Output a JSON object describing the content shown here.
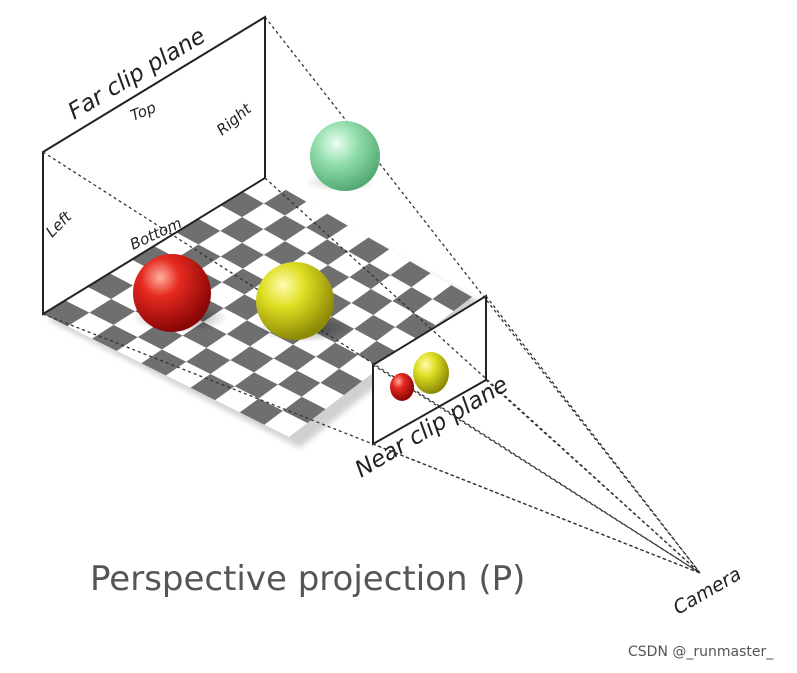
{
  "labels": {
    "far_clip_plane": "Far clip plane",
    "near_clip_plane": "Near clip plane",
    "top": "Top",
    "right": "Right",
    "left": "Left",
    "bottom": "Bottom",
    "camera": "Camera",
    "caption": "Perspective projection (P)",
    "watermark": "CSDN @_runmaster_"
  },
  "colors": {
    "red_sphere": "#d41010",
    "yellow_sphere": "#d8d81a",
    "green_sphere": "#7ed49a",
    "checker_dark": "#6f6f6f",
    "checker_light": "#ffffff",
    "frame": "#222222"
  },
  "checkerboard": {
    "rows": 10,
    "cols": 10
  }
}
